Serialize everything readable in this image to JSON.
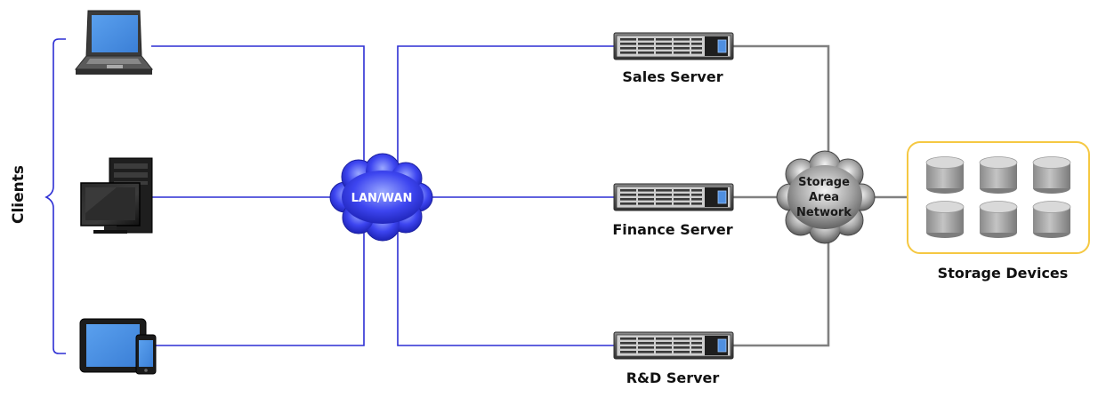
{
  "clients": {
    "label": "Clients",
    "devices": [
      {
        "name": "Laptop",
        "icon": "laptop-icon"
      },
      {
        "name": "Desktop",
        "icon": "desktop-computer-icon"
      },
      {
        "name": "Tablet and phone",
        "icon": "tablet-phone-icon"
      }
    ]
  },
  "network": {
    "label": "LAN/WAN",
    "color": "#2d2fd4"
  },
  "servers": [
    {
      "label": "Sales Server",
      "icon": "server-rack-icon"
    },
    {
      "label": "Finance Server",
      "icon": "server-rack-icon"
    },
    {
      "label": "R&D Server",
      "icon": "server-rack-icon"
    }
  ],
  "san": {
    "label_lines": [
      "Storage",
      "Area",
      "Network"
    ],
    "color": "#808080"
  },
  "storage": {
    "label": "Storage Devices",
    "border_color": "#f5c842",
    "disk_count": 6,
    "icon": "disk-cylinder-icon"
  }
}
